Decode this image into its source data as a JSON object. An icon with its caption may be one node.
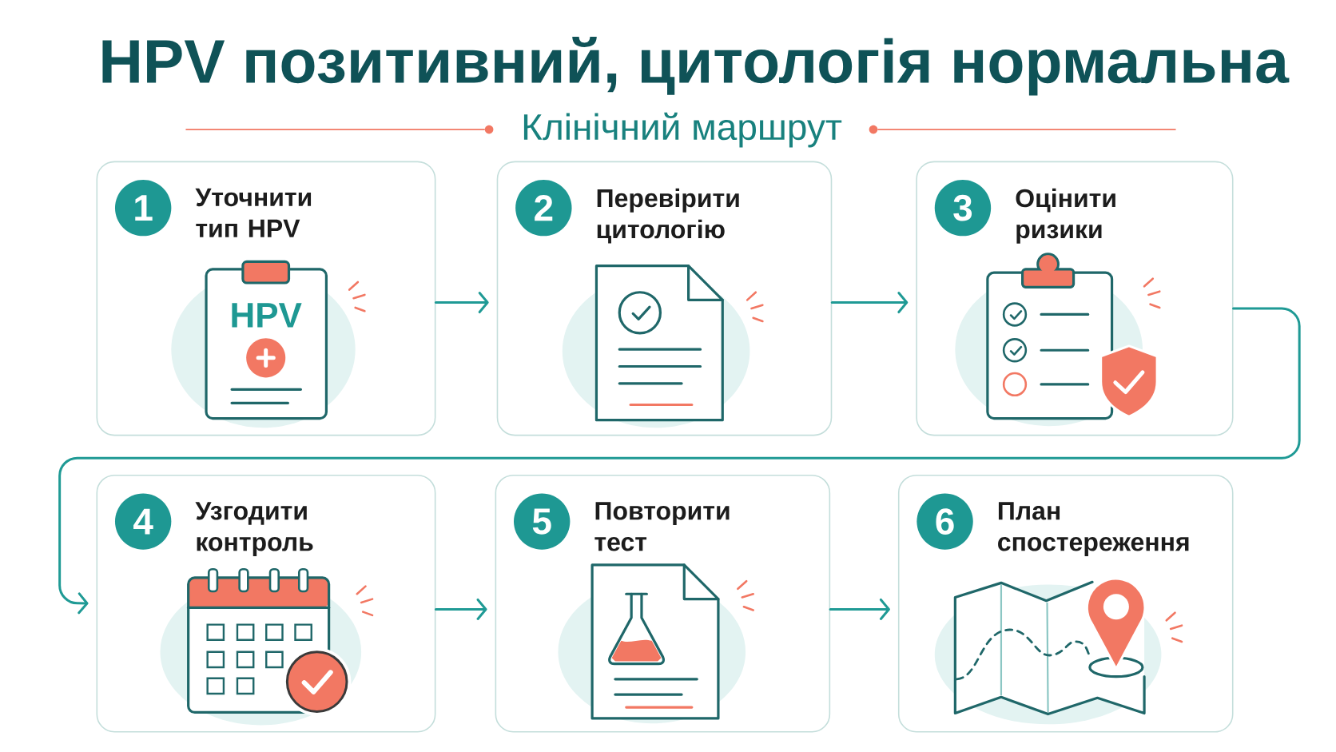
{
  "diagram": {
    "title": "HPV позитивний, цитологія нормальна",
    "nodes": [
      {
        "text": [
          "Уточнити тип HPV"
        ]
      },
      {
        "text": [
          "1"
        ],
        "in": 0
      },
      {
        "text": [
          "Перевірити цитологію"
        ]
      },
      {
        "text": [
          "2"
        ],
        "in": 2
      },
      {
        "text": [
          "Оцінити ризики"
        ]
      },
      {
        "text": [
          "3"
        ],
        "in": 4
      },
      {
        "text": [
          "Узгодити контроль"
        ]
      },
      {
        "text": [
          "4"
        ],
        "in": 6
      },
      {
        "text": [
          "Повторити тест"
        ]
      },
      {
        "text": [
          "5"
        ],
        "in": 8
      },
      {
        "text": [
          "План спостереження"
        ]
      },
      {
        "text": [
          "6"
        ],
        "in": 10
      }
    ],
    "edges": [
      {
        "from": 0,
        "to": 2,
        "arrow": "to"
      },
      {
        "from": 2,
        "to": 4,
        "arrow": "to"
      },
      {
        "from": 4,
        "to": 6,
        "arrow": "to"
      },
      {
        "from": 6,
        "to": 8,
        "arrow": "to"
      },
      {
        "from": 8,
        "to": 10,
        "arrow": "to"
      }
    ],
    "labels": [
      "Клінічний маршрут",
      "HPV"
    ]
  }
}
